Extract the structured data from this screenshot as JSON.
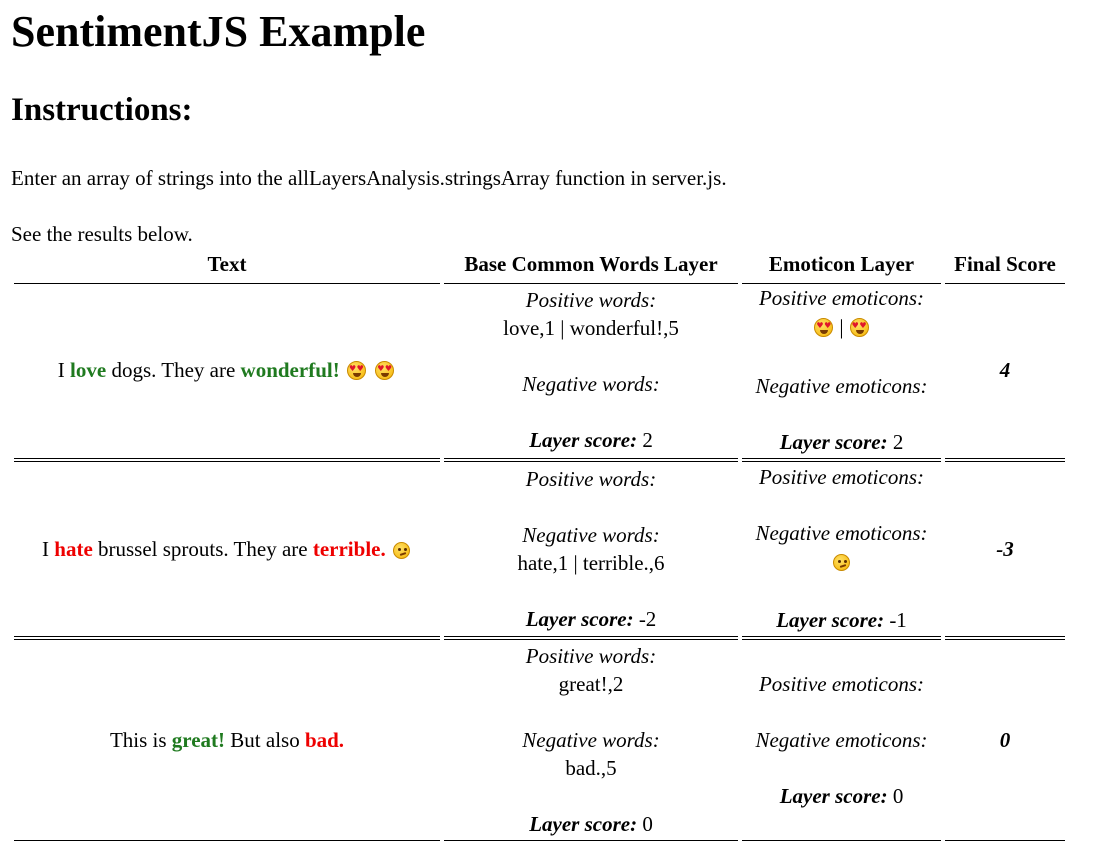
{
  "page": {
    "title": "SentimentJS Example",
    "instructions_heading": "Instructions:",
    "instructions_text": "Enter an array of strings into the allLayersAnalysis.stringsArray function in server.js.",
    "results_text": "See the results below."
  },
  "table": {
    "headers": [
      "Text",
      "Base Common Words Layer",
      "Emoticon Layer",
      "Final Score"
    ],
    "labels": {
      "positive_words": "Positive words:",
      "negative_words": "Negative words:",
      "positive_emoticons": "Positive emoticons:",
      "negative_emoticons": "Negative emoticons:",
      "layer_score": "Layer score:"
    },
    "rows": [
      {
        "text_parts": [
          "I ",
          "love",
          " dogs. They are ",
          "wonderful!"
        ],
        "emoticons_in_text": [
          "heart-eyes",
          "heart-eyes"
        ],
        "positive_words": "love,1 | wonderful!,5",
        "negative_words": "",
        "words_layer_score": "2",
        "positive_emoticons": [
          "heart-eyes",
          "heart-eyes"
        ],
        "negative_emoticons": [],
        "emoticon_layer_score": "2",
        "final_score": "4"
      },
      {
        "text_parts": [
          "I ",
          "hate",
          " brussel sprouts. They are ",
          "terrible."
        ],
        "emoticons_in_text": [
          "smirk"
        ],
        "positive_words": "",
        "negative_words": "hate,1 | terrible.,6",
        "words_layer_score": "-2",
        "positive_emoticons": [],
        "negative_emoticons": [
          "smirk"
        ],
        "emoticon_layer_score": "-1",
        "final_score": "-3"
      },
      {
        "text_parts": [
          "This is ",
          "great!",
          " But also ",
          "bad."
        ],
        "emoticons_in_text": [],
        "positive_words": "great!,2",
        "negative_words": "bad.,5",
        "words_layer_score": "0",
        "positive_emoticons": [],
        "negative_emoticons": [],
        "emoticon_layer_score": "0",
        "final_score": "0"
      }
    ]
  }
}
